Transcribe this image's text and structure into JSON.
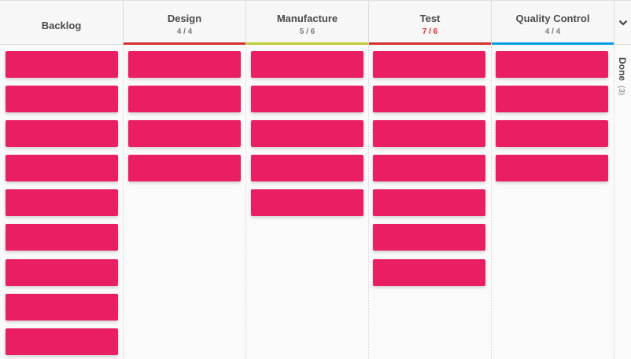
{
  "board": {
    "card_color": "#e91e63",
    "columns": [
      {
        "id": "backlog",
        "title": "Backlog",
        "count": "",
        "bar_color": "",
        "over_limit": false,
        "cards": 9
      },
      {
        "id": "design",
        "title": "Design",
        "count": "4 / 4",
        "bar_color": "#d32f2f",
        "over_limit": false,
        "cards": 4
      },
      {
        "id": "manufacture",
        "title": "Manufacture",
        "count": "5 / 6",
        "bar_color": "#c0ca33",
        "over_limit": false,
        "cards": 5
      },
      {
        "id": "test",
        "title": "Test",
        "count": "7 / 6",
        "bar_color": "#d32f2f",
        "over_limit": true,
        "cards": 7
      },
      {
        "id": "quality-control",
        "title": "Quality Control",
        "count": "4 / 4",
        "bar_color": "#039be5",
        "over_limit": false,
        "cards": 4
      }
    ],
    "collapse_toggle": {
      "icon": "chevron-down-icon",
      "glyph": "⌄"
    },
    "done": {
      "title": "Done",
      "count": "(3)"
    }
  }
}
